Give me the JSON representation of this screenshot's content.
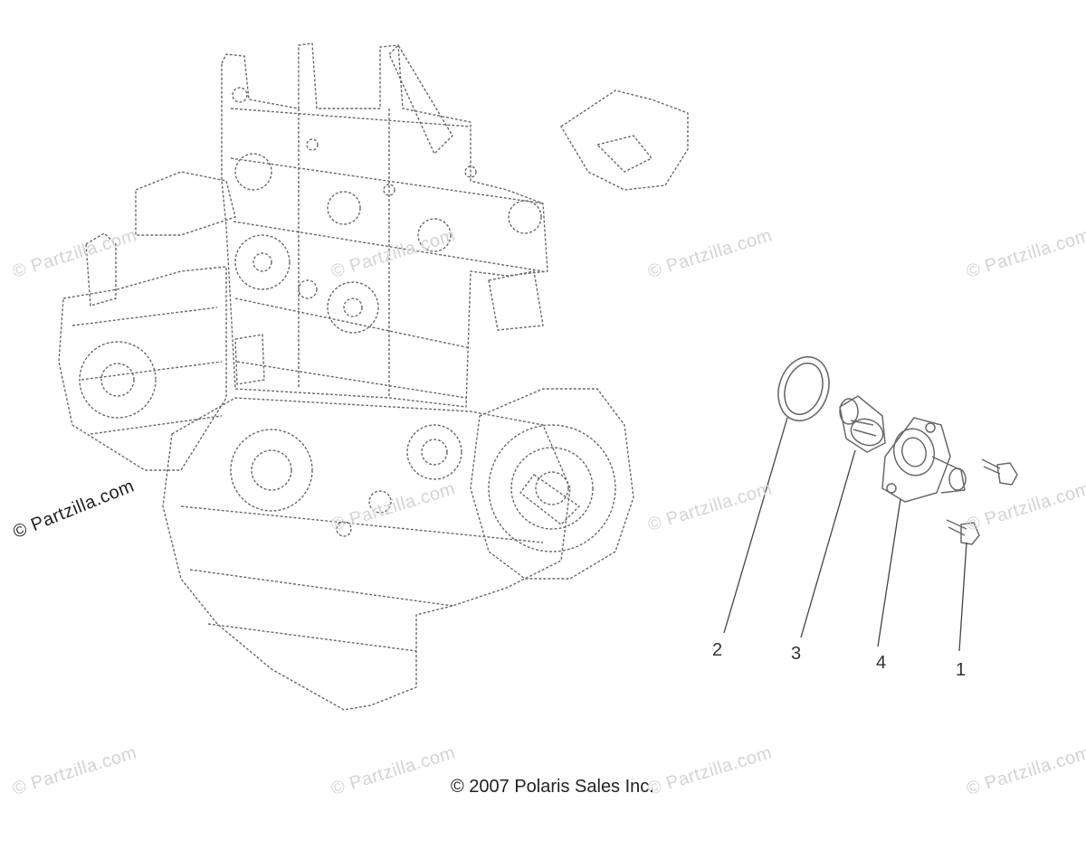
{
  "watermark_text": "© Partzilla.com",
  "copyright": "© 2007 Polaris Sales Inc.",
  "callouts": [
    {
      "id": "2",
      "label": "2"
    },
    {
      "id": "3",
      "label": "3"
    },
    {
      "id": "4",
      "label": "4"
    },
    {
      "id": "1",
      "label": "1"
    }
  ],
  "colors": {
    "line": "#6a6a6a",
    "watermark": "#d4d4d4",
    "text": "#222222"
  }
}
